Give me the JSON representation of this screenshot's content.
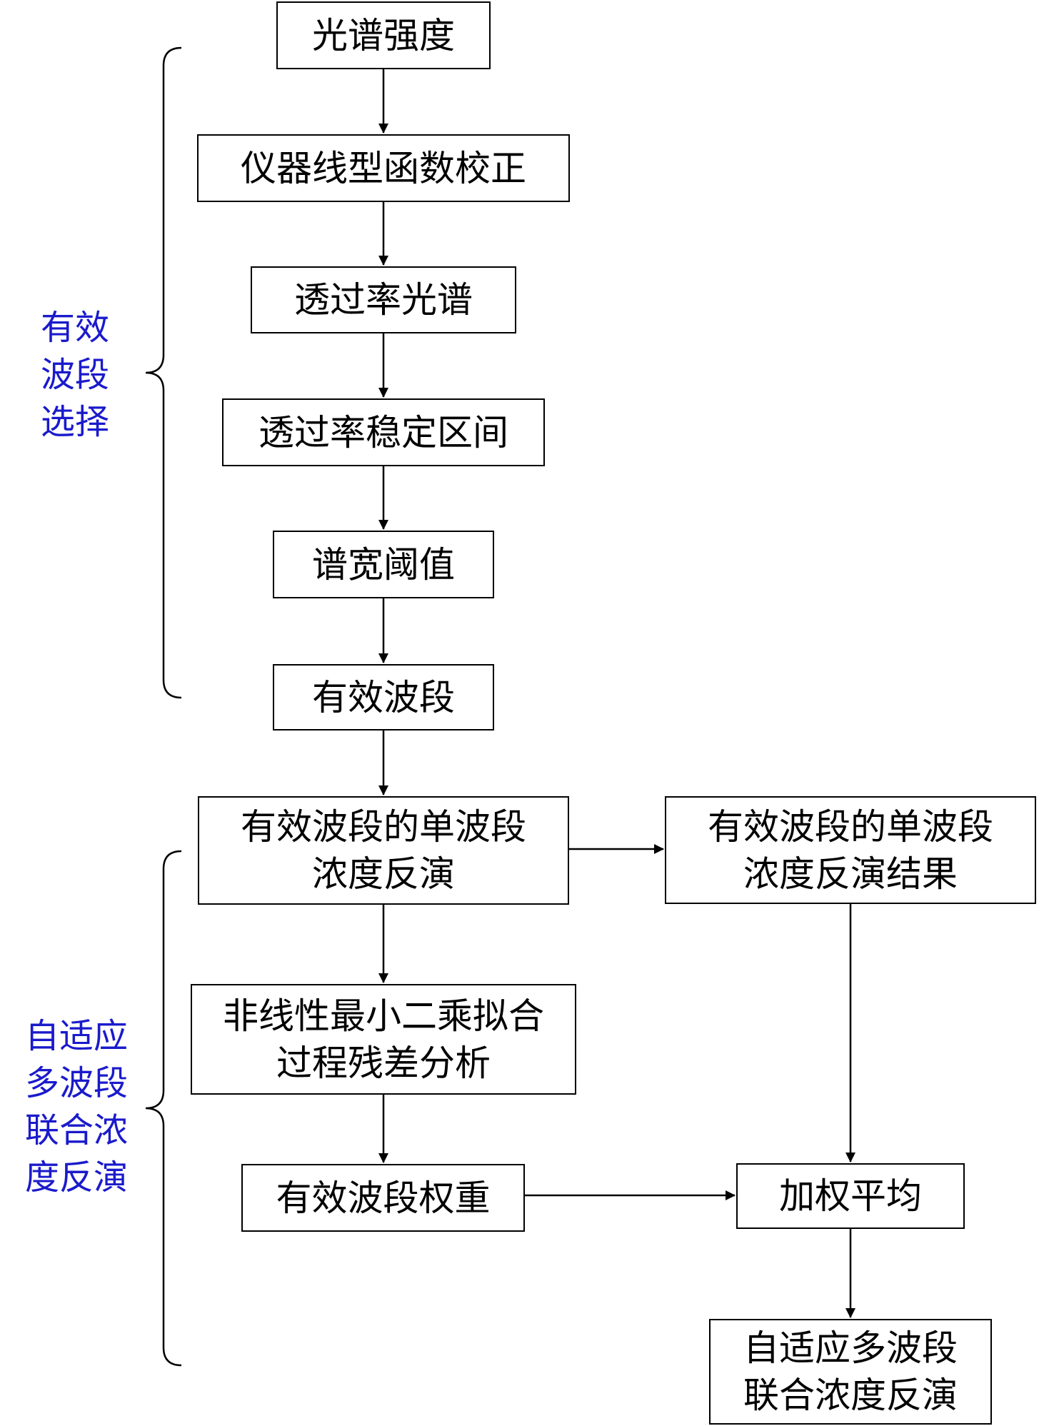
{
  "boxes": {
    "spectral_intensity": [
      "光谱强度"
    ],
    "ils_correction": [
      "仪器线型函数校正"
    ],
    "transmittance_spectrum": [
      "透过率光谱"
    ],
    "stable_interval": [
      "透过率稳定区间"
    ],
    "spectral_width_threshold": [
      "谱宽阈值"
    ],
    "effective_bands": [
      "有效波段"
    ],
    "single_band_inversion": [
      "有效波段的单波段",
      "浓度反演"
    ],
    "single_band_result": [
      "有效波段的单波段",
      "浓度反演结果"
    ],
    "residual_analysis": [
      "非线性最小二乘拟合",
      "过程残差分析"
    ],
    "band_weights": [
      "有效波段权重"
    ],
    "weighted_average": [
      "加权平均"
    ],
    "final_result": [
      "自适应多波段",
      "联合浓度反演"
    ]
  },
  "brace_labels": {
    "band_selection": [
      "有效",
      "波段",
      "选择"
    ],
    "adaptive_inversion": [
      "自适应",
      "多波段",
      "联合浓",
      "度反演"
    ]
  },
  "colors": {
    "line": "#000000",
    "brace_label": "#1a1acc"
  }
}
